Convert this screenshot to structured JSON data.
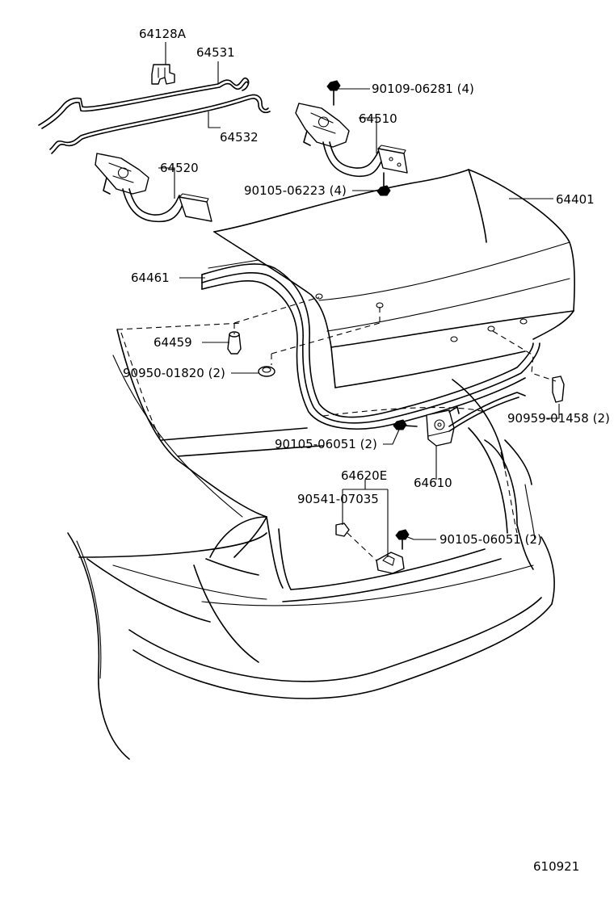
{
  "parts": {
    "p64128A": "64128A",
    "p64531": "64531",
    "p64532": "64532",
    "p90109_06281": "90109-06281 (4)",
    "p64510": "64510",
    "p64520": "64520",
    "p90105_06223": "90105-06223 (4)",
    "p64401": "64401",
    "p64461": "64461",
    "p64459": "64459",
    "p90950_01820": "90950-01820 (2)",
    "p90959_01458": "90959-01458 (2)",
    "p90105_06051_a": "90105-06051 (2)",
    "p64610": "64610",
    "p64620E": "64620E",
    "p90541_07035": "90541-07035",
    "p90105_06051_b": "90105-06051 (2)"
  },
  "diagram_id": "610921",
  "icons": {
    "torsion_bars": "torsion-bar-icon",
    "hinges": "hinge-icon",
    "lid": "luggage-lid-icon",
    "weatherstrip": "weatherstrip-icon",
    "lock": "lid-lock-icon",
    "striker": "striker-icon",
    "bolts": "bolt-icon",
    "cushions": "cushion-icon",
    "clips": "clip-icon",
    "car_body": "car-body-icon"
  }
}
